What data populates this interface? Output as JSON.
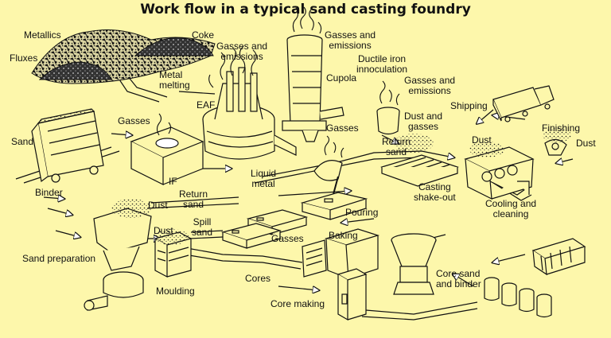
{
  "title": "Work flow in a typical sand casting foundry",
  "colors": {
    "background": "#fdf7ab",
    "ink": "#111111"
  },
  "labels": {
    "metallics": "Metallics",
    "coke": "Coke",
    "fluxes": "Fluxes",
    "gasses_emissions_1": "Gasses and\nemissions",
    "gasses_emissions_2": "Gasses and\nemissions",
    "gasses_emissions_3": "Gasses and\nemissions",
    "metal_melting": "Metal\nmelting",
    "cupola": "Cupola",
    "ductile_iron": "Ductile iron\ninnoculation",
    "eaf": "EAF",
    "gasses_1": "Gasses",
    "gasses_2": "Gasses",
    "gasses_3": "Gasses",
    "shipping": "Shipping",
    "dust_and_gasses": "Dust and\ngasses",
    "sand": "Sand",
    "finishing": "Finishing",
    "return_sand_1": "Return\nsand",
    "return_sand_2": "Return\nsand",
    "dust_1": "Dust",
    "dust_2": "Dust",
    "dust_3": "Dust",
    "dust_4": "Dust",
    "if": "IF",
    "liquid_metal": "Liquid\nmetal",
    "casting_shakeout": "Casting\nshake-out",
    "binder": "Binder",
    "cooling_cleaning": "Cooling and\ncleaning",
    "spill_sand": "Spill\nsand",
    "pouring": "Pouring",
    "baking": "Baking",
    "sand_preparation": "Sand preparation",
    "cores": "Cores",
    "core_sand_binder": "Core sand\nand binder",
    "moulding": "Moulding",
    "core_making": "Core making"
  }
}
